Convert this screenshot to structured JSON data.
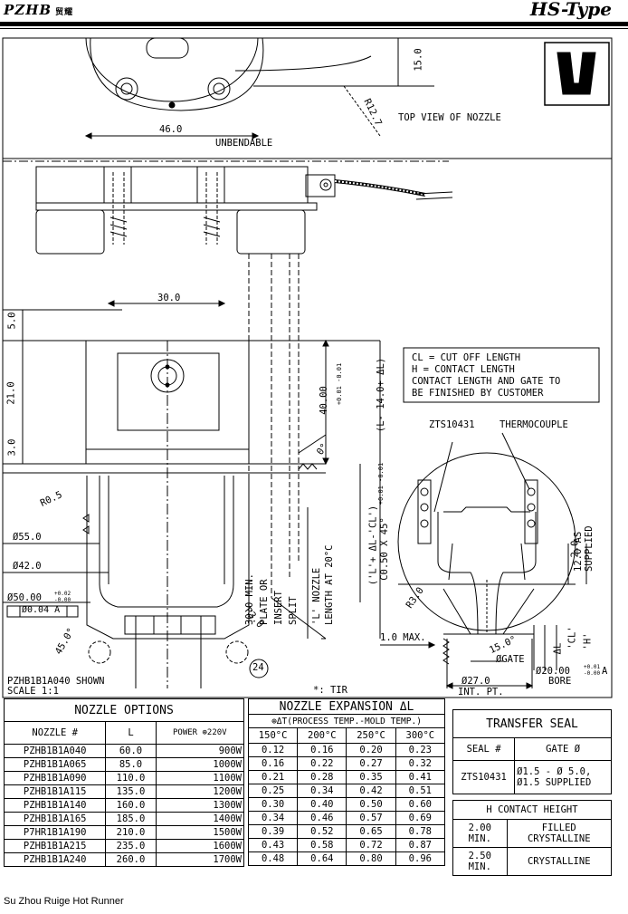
{
  "header": {
    "brand": "PZHB",
    "brand_chinese": "贸耀",
    "series": "HS-Type"
  },
  "drawing": {
    "top_view_label": "TOP VIEW OF NOZZLE",
    "dim_15": "15.0",
    "dim_r12_7": "R12.7",
    "dim_46": "46.0",
    "unbendable": "UNBENDABLE",
    "dim_30": "30.0",
    "dim_5": "5.0",
    "dim_21": "21.0",
    "dim_3": "3.0",
    "dim_40": "40.00",
    "dim_40_tol": "+0.01 -0.01",
    "dim_l14": "(L- 14.0+ ΔL)",
    "dim_l_expr": "('L'+ ΔL-'CL')",
    "dim_l_tol": "+0.01 -0.01",
    "angle_0": "0°",
    "r05": "R0.5",
    "d55": "Ø55.0",
    "d42": "Ø42.0",
    "d50": "Ø50.00",
    "d50_tol": "+0.02 -0.00",
    "gdt": "Ø0.04 A",
    "angle_45": "45.0°",
    "r3": "R3.0",
    "min_plate_1": "30.0 MIN.",
    "min_plate_2": "PLATE OR",
    "min_plate_3": "INSERT",
    "min_plate_4": "SPLIT",
    "nozzle_len_1": "'L' NOZZLE",
    "nozzle_len_2": "LENGTH AT 20°C",
    "size_24": "24",
    "shown": "PZHB1B1A040 SHOWN",
    "scale": "SCALE 1:1",
    "tir": "*: TIR",
    "note_cl": "CL = CUT OFF LENGTH",
    "note_h": "H  = CONTACT LENGTH",
    "note_3": "CONTACT LENGTH AND GATE TO",
    "note_4": "BE FINISHED BY CUSTOMER",
    "zts": "ZTS10431",
    "thermocouple": "THERMOCOUPLE",
    "chamfer": "C0.50 X 45°",
    "dim_2": "2.0",
    "dim_12_sup": "12.0 AS SUPPLIED",
    "r3_detail": "R3.0",
    "max_1": "1.0 MAX.",
    "angle_15": "15.0°",
    "gate": "ØGATE",
    "dl": "ΔL",
    "cl": "'CL'",
    "h": "'H'",
    "d20": "Ø20.00",
    "d20_tol": "+0.01 -0.00",
    "bore": "BORE",
    "datum_a": "A",
    "d27": "Ø27.0",
    "int_pt": "INT. PT."
  },
  "nozzle_options": {
    "title": "NOZZLE OPTIONS",
    "headers": [
      "NOZZLE #",
      "L",
      "POWER ⊕220V"
    ],
    "rows": [
      [
        "PZHB1B1A040",
        "60.0",
        "900W"
      ],
      [
        "PZHB1B1A065",
        "85.0",
        "1000W"
      ],
      [
        "PZHB1B1A090",
        "110.0",
        "1100W"
      ],
      [
        "PZHB1B1A115",
        "135.0",
        "1200W"
      ],
      [
        "PZHB1B1A140",
        "160.0",
        "1300W"
      ],
      [
        "PZHB1B1A165",
        "185.0",
        "1400W"
      ],
      [
        "P7HR1B1A190",
        "210.0",
        "1500W"
      ],
      [
        "PZHB1B1A215",
        "235.0",
        "1600W"
      ],
      [
        "PZHB1B1A240",
        "260.0",
        "1700W"
      ]
    ]
  },
  "nozzle_expansion": {
    "title": "NOZZLE EXPANSION ΔL",
    "subtitle": "⊕ΔT(PROCESS TEMP.-MOLD TEMP.)",
    "headers": [
      "150°C",
      "200°C",
      "250°C",
      "300°C"
    ],
    "rows": [
      [
        "0.12",
        "0.16",
        "0.20",
        "0.23"
      ],
      [
        "0.16",
        "0.22",
        "0.27",
        "0.32"
      ],
      [
        "0.21",
        "0.28",
        "0.35",
        "0.41"
      ],
      [
        "0.25",
        "0.34",
        "0.42",
        "0.51"
      ],
      [
        "0.30",
        "0.40",
        "0.50",
        "0.60"
      ],
      [
        "0.34",
        "0.46",
        "0.57",
        "0.69"
      ],
      [
        "0.39",
        "0.52",
        "0.65",
        "0.78"
      ],
      [
        "0.43",
        "0.58",
        "0.72",
        "0.87"
      ],
      [
        "0.48",
        "0.64",
        "0.80",
        "0.96"
      ]
    ]
  },
  "transfer_seal": {
    "title": "TRANSFER SEAL",
    "headers": [
      "SEAL #",
      "GATE Ø"
    ],
    "seal": "ZTS10431",
    "gate_1": "Ø1.5 - Ø 5.0,",
    "gate_2": "Ø1.5 SUPPLIED"
  },
  "contact_height": {
    "title": "H CONTACT HEIGHT",
    "rows": [
      [
        "2.00 MIN.",
        "FILLED CRYSTALLINE"
      ],
      [
        "2.50 MIN.",
        "CRYSTALLINE"
      ]
    ]
  },
  "footer": "Su Zhou Ruige Hot Runner"
}
